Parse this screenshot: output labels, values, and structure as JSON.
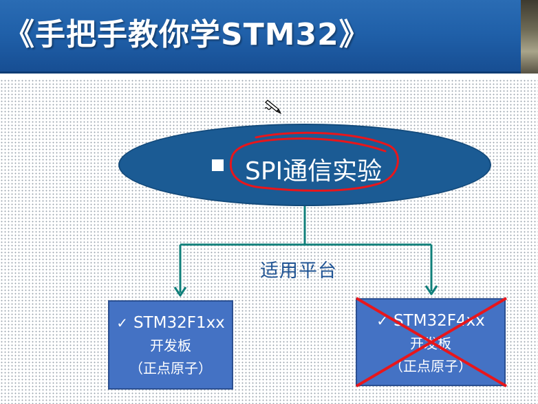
{
  "header": {
    "title": "《手把手教你学STM32》"
  },
  "slide": {
    "main_topic": "SPI通信实验",
    "platform_label": "适用平台",
    "boards": [
      {
        "check": "✓",
        "name": "STM32F1xx",
        "line2": "开发板",
        "line3": "（正点原子）",
        "crossed_out": false
      },
      {
        "check": "✓",
        "name": "STM32F4xx",
        "line2": "开发板",
        "line3": "（正点原子）",
        "crossed_out": true
      }
    ]
  },
  "colors": {
    "header_blue": "#1f5fa8",
    "ellipse_fill": "#1b5b94",
    "connector_teal": "#0f7f7a",
    "board_fill": "#4472c4",
    "annotation_red": "#e8161b"
  },
  "icons": {
    "cursor": "pencil-cursor-icon",
    "bullet": "square-bullet-icon",
    "check": "checkmark-icon"
  }
}
